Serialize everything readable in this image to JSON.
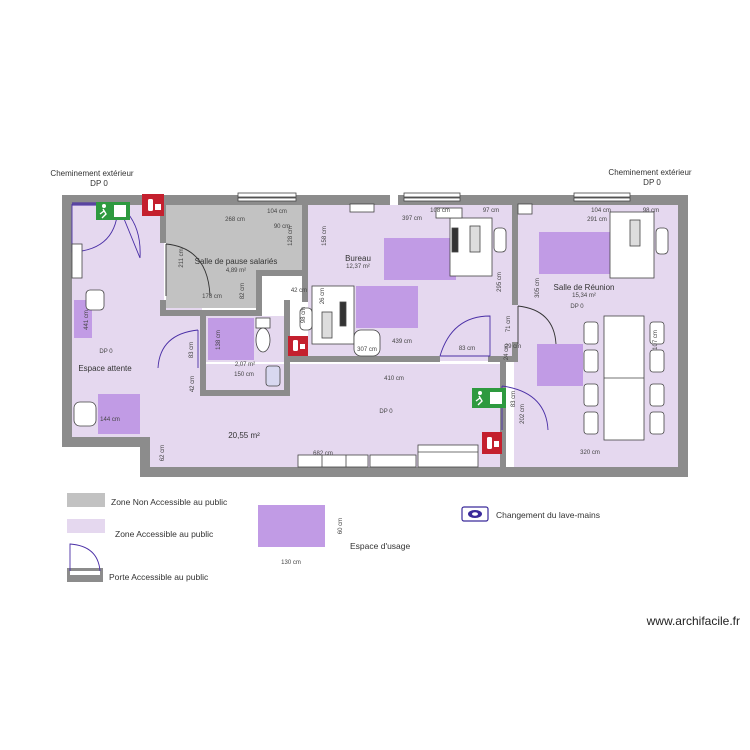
{
  "plan": {
    "exterior_paths": [
      {
        "label": "Cheminement extérieur",
        "dp": "DP 0"
      },
      {
        "label": "Cheminement extérieur",
        "dp": "DP 0"
      }
    ],
    "rooms": {
      "pause": {
        "name": "Salle de pause salariés",
        "area": "4,89 m²"
      },
      "bureau": {
        "name": "Bureau",
        "area": "12,37 m²"
      },
      "reunion": {
        "name": "Salle de Réunion",
        "area": "15,34 m²",
        "dp": "DP 0"
      },
      "wc": {
        "area": "2,07 m²"
      },
      "attente": {
        "name": "Espace attente",
        "dp": "DP 0"
      },
      "main": {
        "area": "20,55 m²",
        "dp": "DP 0"
      }
    },
    "dimensions": {
      "d268": "268 cm",
      "d104a": "104 cm",
      "d397": "397 cm",
      "d108": "108 cm",
      "d97": "97 cm",
      "d104b": "104 cm",
      "d98": "98 cm",
      "d291": "291 cm",
      "d90": "90 cm",
      "d128": "128 cm",
      "d158": "158 cm",
      "d211": "211 cm",
      "d178": "178 cm",
      "d82": "82 cm",
      "d42a": "42 cm",
      "d295": "295 cm",
      "d305": "305 cm",
      "d71": "71 cm",
      "d441": "441 cm",
      "d83a": "83 cm",
      "d138": "138 cm",
      "d150": "150 cm",
      "d439": "439 cm",
      "d83b": "83 cm",
      "d307": "307 cm",
      "d29": "29 cm",
      "d24": "24 cm",
      "d42b": "42 cm",
      "d410": "410 cm",
      "d83c": "83 cm",
      "d202": "202 cm",
      "d144": "144 cm",
      "d682": "682 cm",
      "d62": "62 cm",
      "d320": "320 cm",
      "d107": "107 cm",
      "d98b": "98 cm",
      "d26": "26 cm"
    }
  },
  "legend": {
    "non_accessible": "Zone Non Accessible au public",
    "accessible": "Zone Accessible au public",
    "door": "Porte Accessible au public",
    "usage": "Espace d'usage",
    "usage_w": "130 cm",
    "usage_h": "60 cm",
    "lavabo": "Changement du lave-mains"
  },
  "brand": "www.archifacile.fr",
  "colors": {
    "wall": "#8c8c8c",
    "zone_public": "#e5d8ef",
    "zone_private": "#c2c2c2",
    "usage_space": "#c19be5",
    "door_line": "#4a2fa6",
    "exit_sign": "#2e9a3f",
    "extinguisher": "#c4202e"
  }
}
